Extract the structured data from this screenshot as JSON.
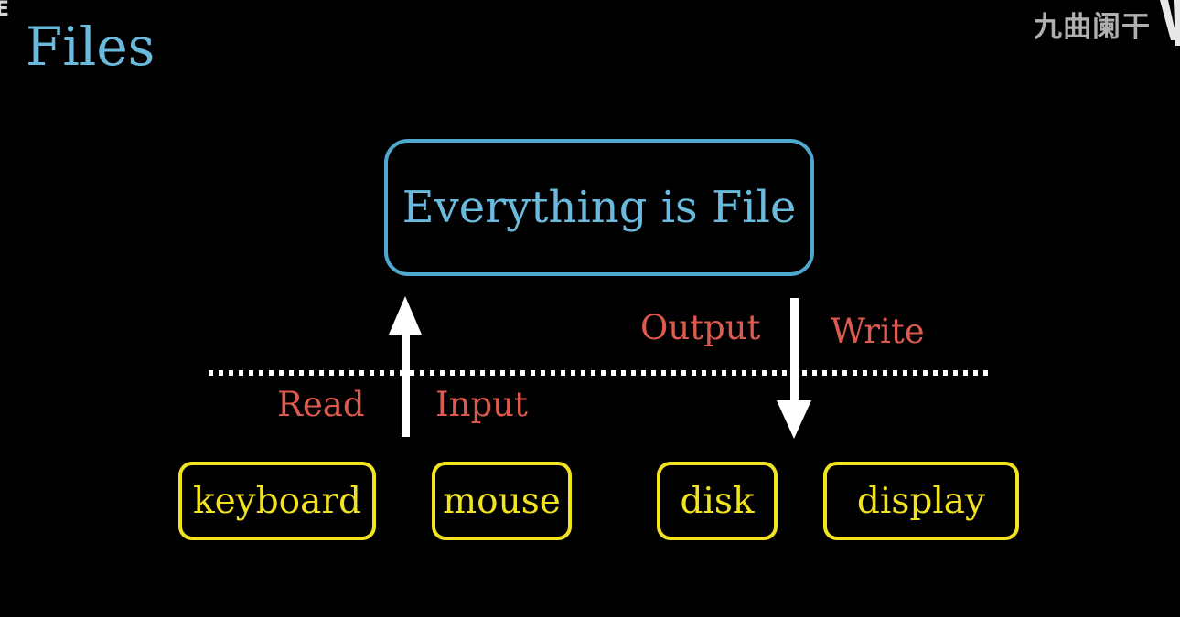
{
  "page": {
    "title": "Files",
    "corner_fragment": "E",
    "watermark_text": "九曲阑干",
    "logo_icon": "partial-v-logo-mark"
  },
  "diagram": {
    "main_box_label": "Everything is File",
    "arrow_labels": {
      "read": "Read",
      "input": "Input",
      "output": "Output",
      "write": "Write"
    },
    "arrows": [
      {
        "name": "input-arrow",
        "direction": "up"
      },
      {
        "name": "output-arrow",
        "direction": "down"
      }
    ],
    "devices": [
      {
        "label": "keyboard"
      },
      {
        "label": "mouse"
      },
      {
        "label": "disk"
      },
      {
        "label": "display"
      }
    ]
  },
  "colors": {
    "background": "#000000",
    "title_blue": "#69BADD",
    "box_border_blue": "#4FA8CE",
    "label_red": "#DF5A4E",
    "device_yellow": "#F1E320",
    "arrow_white": "#FFFFFF",
    "watermark_gray": "#B0B0B0"
  }
}
